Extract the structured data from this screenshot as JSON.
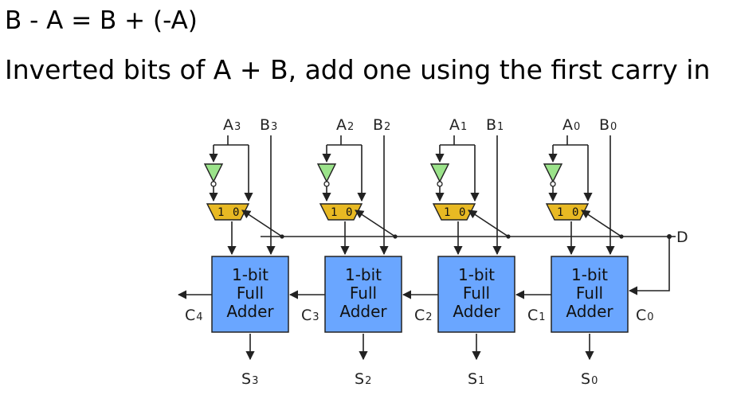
{
  "heading": {
    "line1": "B - A = B + (-A)",
    "line2": "Inverted bits of A + B, add one using the first carry in"
  },
  "colors": {
    "adder_fill": "#6aa6ff",
    "mux_fill": "#e8b923",
    "inverter_fill": "#9be38a",
    "wire": "#222222"
  },
  "control": {
    "label": "D"
  },
  "stages": [
    {
      "a": "A",
      "a_sub": "3",
      "b": "B",
      "b_sub": "3",
      "s": "S",
      "s_sub": "3",
      "cout": "C",
      "cout_sub": "4",
      "adder": [
        "1-bit",
        "Full",
        "Adder"
      ],
      "mux": [
        "1",
        "0"
      ]
    },
    {
      "a": "A",
      "a_sub": "2",
      "b": "B",
      "b_sub": "2",
      "s": "S",
      "s_sub": "2",
      "cout": "C",
      "cout_sub": "3",
      "adder": [
        "1-bit",
        "Full",
        "Adder"
      ],
      "mux": [
        "1",
        "0"
      ]
    },
    {
      "a": "A",
      "a_sub": "1",
      "b": "B",
      "b_sub": "1",
      "s": "S",
      "s_sub": "1",
      "cout": "C",
      "cout_sub": "2",
      "adder": [
        "1-bit",
        "Full",
        "Adder"
      ],
      "mux": [
        "1",
        "0"
      ]
    },
    {
      "a": "A",
      "a_sub": "0",
      "b": "B",
      "b_sub": "0",
      "s": "S",
      "s_sub": "0",
      "cout": "C",
      "cout_sub": "1",
      "adder": [
        "1-bit",
        "Full",
        "Adder"
      ],
      "mux": [
        "1",
        "0"
      ]
    }
  ],
  "carry_in": {
    "label": "C",
    "sub": "0"
  }
}
